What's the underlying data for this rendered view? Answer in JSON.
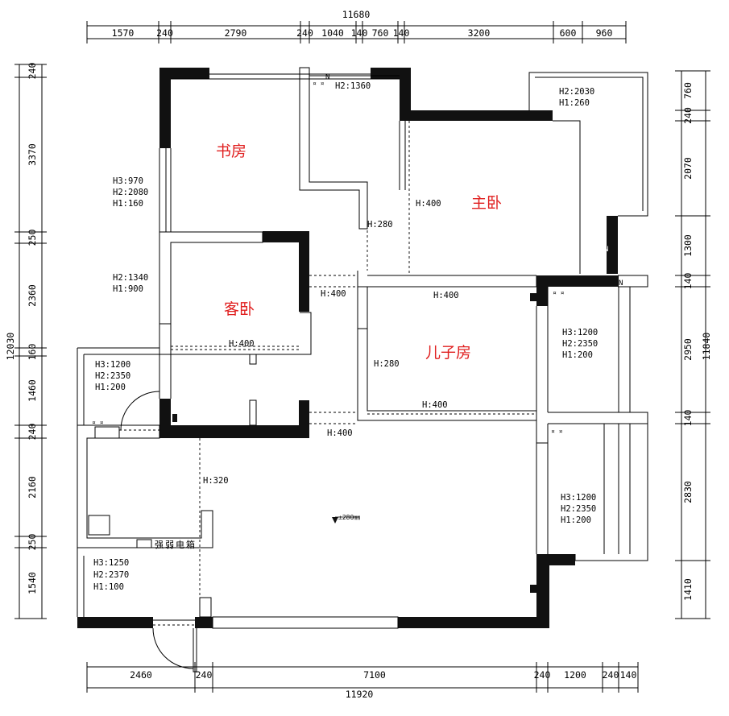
{
  "rooms": {
    "study": "书房",
    "master": "主卧",
    "guest": "客卧",
    "son": "儿子房"
  },
  "dimensions": {
    "top_total": "11680",
    "top": [
      "1570",
      "240",
      "2790",
      "240",
      "1040",
      "140",
      "760",
      "140",
      "3200",
      "600",
      "960"
    ],
    "bottom_total": "11920",
    "bottom": [
      "2460",
      "240",
      "7100",
      "240",
      "1200",
      "240",
      "140"
    ],
    "left_total": "12030",
    "left": [
      "240",
      "3370",
      "250",
      "2360",
      "160",
      "1460",
      "240",
      "2160",
      "250",
      "1540"
    ],
    "right_total": "11840",
    "right": [
      "760",
      "240",
      "2070",
      "1300",
      "140",
      "2950",
      "140",
      "2830",
      "1410"
    ]
  },
  "notes": {
    "study_window": [
      "H3:970",
      "H2:2080",
      "H1:160"
    ],
    "guest_window": [
      "H2:1340",
      "H1:900"
    ],
    "balcony_window": [
      "H3:1200",
      "H2:2350",
      "H1:200"
    ],
    "living_window": [
      "H3:1250",
      "H2:2370",
      "H1:100"
    ],
    "top_window": "H2:1360",
    "master_bay": [
      "H2:2030",
      "H1:260"
    ],
    "son_window": [
      "H3:1200",
      "H2:2350",
      "H1:200"
    ],
    "east_window": [
      "H3:1200",
      "H2:2350",
      "H1:200"
    ],
    "h400_master": "H:400",
    "h280_corridor": "H:280",
    "h400_guest_right": "H:400",
    "h400_son_top": "H:400",
    "h400_guest_bottom": "H:400",
    "h280_son": "H:280",
    "h400_son_bottom": "H:400",
    "h400_living_top": "H:400",
    "h320": "H:320",
    "level": "±280㎜",
    "elec_box": "强弱电箱"
  }
}
